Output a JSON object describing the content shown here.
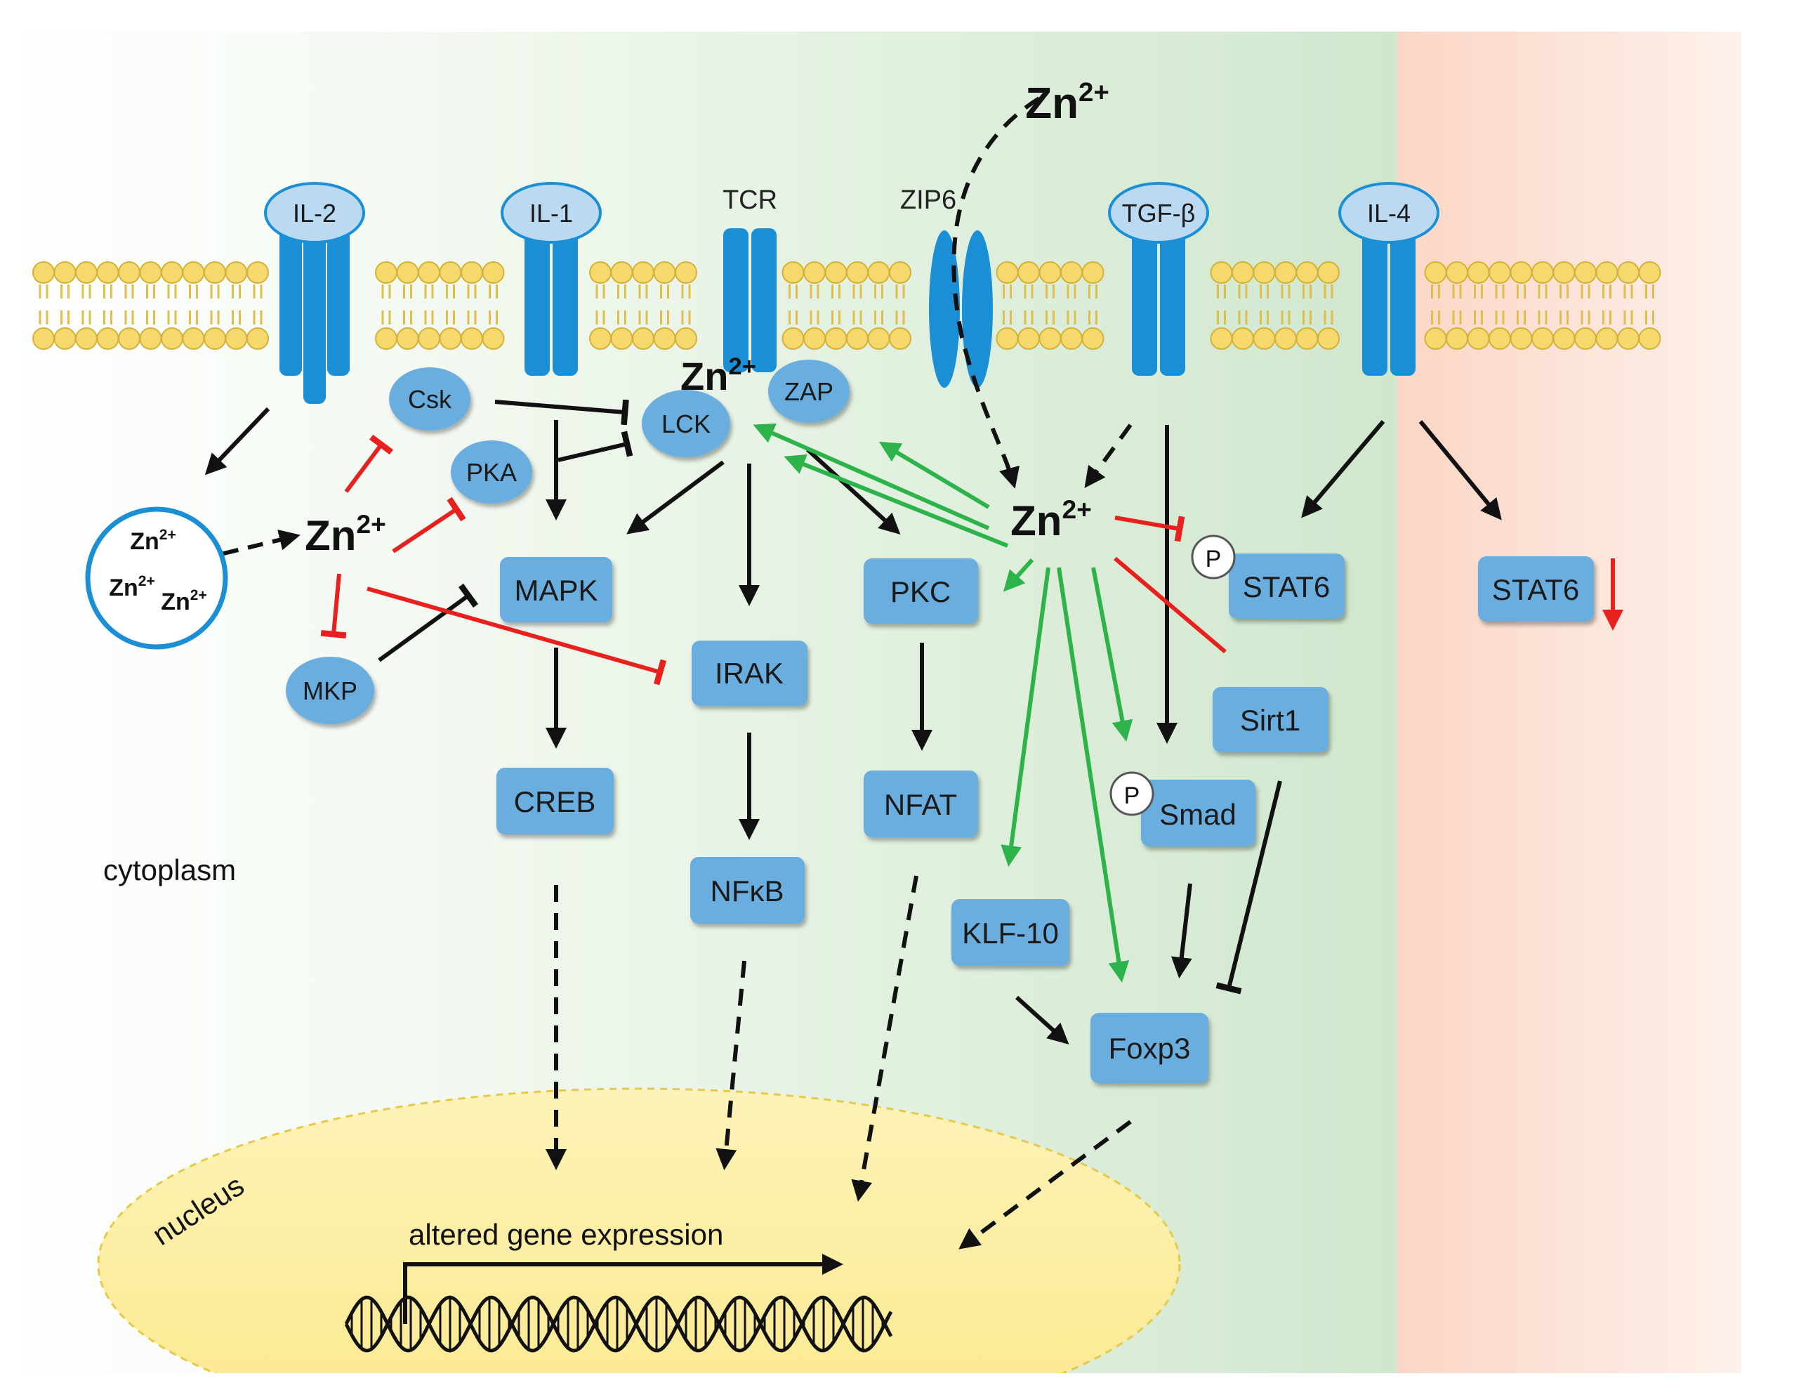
{
  "labels": {
    "cytoplasm": "cytoplasm",
    "nucleus": "nucleus",
    "gene_expression": "altered gene expression"
  },
  "zinc": {
    "base": "Zn",
    "charge": "2+"
  },
  "receptors": {
    "il2": "IL-2",
    "il1": "IL-1",
    "tcr": "TCR",
    "zip6": "ZIP6",
    "tgfb": "TGF-β",
    "il4": "IL-4"
  },
  "kinases": {
    "csk": "Csk",
    "pka": "PKA",
    "lck": "LCK",
    "zap": "ZAP",
    "mkp": "MKP"
  },
  "nodes": {
    "mapk": "MAPK",
    "irak": "IRAK",
    "pkc": "PKC",
    "creb": "CREB",
    "nfkb": "NFκB",
    "nfat": "NFAT",
    "klf10": "KLF-10",
    "foxp3": "Foxp3",
    "stat6": "STAT6",
    "stat6_right": "STAT6",
    "sirt1": "Sirt1",
    "smad": "Smad"
  },
  "phospho": "P",
  "colors": {
    "receptor_blue": "#1a8fd6",
    "receptor_cap": "#bcd9f2",
    "node_fill": "#6aaee0",
    "membrane_head": "#f2d46a",
    "activation_black": "#111111",
    "inhibition_red": "#e8201e",
    "activation_green": "#2cb34a",
    "nucleus_fill": "#fcec9c",
    "region_green": "#d6ecd5",
    "region_salmon": "#fbd8c8"
  }
}
